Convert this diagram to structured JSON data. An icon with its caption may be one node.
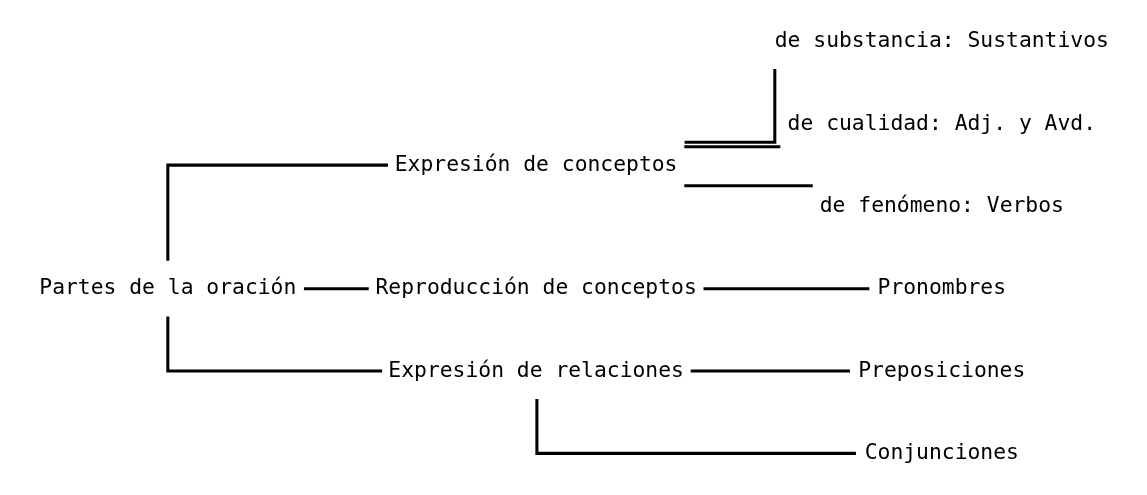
{
  "diagram": {
    "nodes": [
      {
        "text": [
          "Partes de la oración"
        ]
      },
      {
        "text": [
          "Expresión de conceptos"
        ]
      },
      {
        "text": [
          "de substancia: Sustantivos"
        ]
      },
      {
        "text": [
          "de cualidad: Adj. y Avd."
        ]
      },
      {
        "text": [
          "de fenómeno: Verbos"
        ]
      },
      {
        "text": [
          "Reproducción de conceptos"
        ]
      },
      {
        "text": [
          "Pronombres"
        ]
      },
      {
        "text": [
          "Expresión de relaciones"
        ]
      },
      {
        "text": [
          "Preposiciones"
        ]
      },
      {
        "text": [
          "Conjunciones"
        ]
      }
    ],
    "edges": [
      {
        "from": 0,
        "to": 1,
        "arrow": "none"
      },
      {
        "from": 0,
        "to": 5,
        "arrow": "none"
      },
      {
        "from": 0,
        "to": 7,
        "arrow": "none"
      },
      {
        "from": 1,
        "to": 2,
        "arrow": "none"
      },
      {
        "from": 1,
        "to": 3,
        "arrow": "none"
      },
      {
        "from": 1,
        "to": 4,
        "arrow": "none"
      },
      {
        "from": 5,
        "to": 6,
        "arrow": "none"
      },
      {
        "from": 7,
        "to": 8,
        "arrow": "none"
      },
      {
        "from": 7,
        "to": 9,
        "arrow": "none"
      }
    ]
  }
}
